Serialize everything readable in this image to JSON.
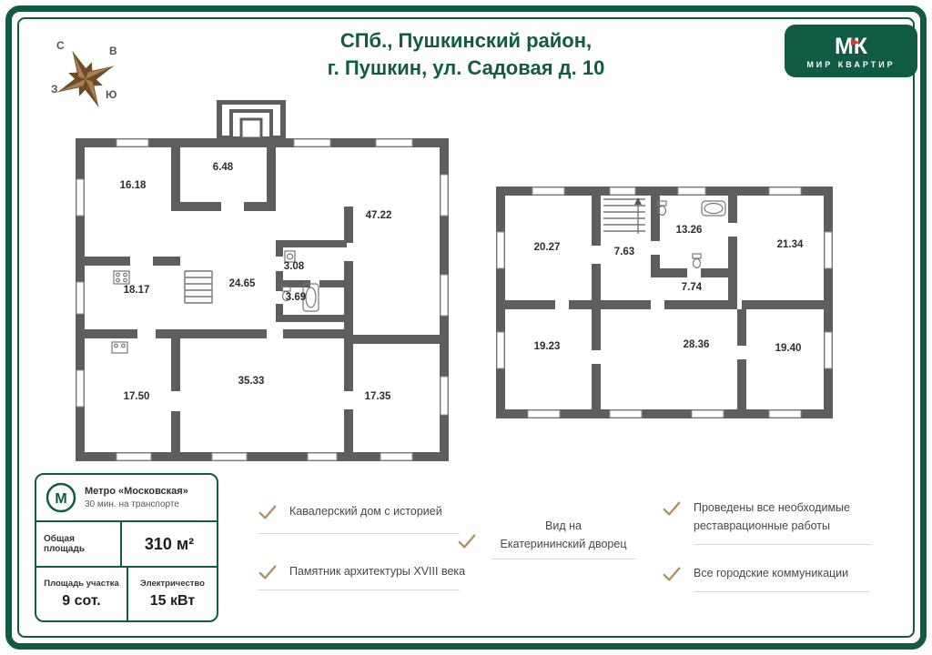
{
  "header": {
    "title_line1": "СПб., Пушкинский район,",
    "title_line2": "г. Пушкин, ул. Садовая д. 10",
    "compass": {
      "north": "С",
      "east": "В",
      "west": "З",
      "south": "Ю"
    },
    "logo": {
      "mark": "МК",
      "name": "МИР КВАРТИР"
    }
  },
  "colors": {
    "brand_green": "#115a43",
    "accent_gold": "#b08e5e",
    "wall_gray": "#5e5e5e",
    "logo_red": "#e03a2f"
  },
  "floor1": {
    "rooms": [
      "16.18",
      "6.48",
      "47.22",
      "18.17",
      "24.65",
      "3.08",
      "3.69",
      "17.50",
      "35.33",
      "17.35"
    ]
  },
  "floor2": {
    "rooms": [
      "20.27",
      "7.63",
      "13.26",
      "21.34",
      "7.74",
      "19.23",
      "28.36",
      "19.40"
    ]
  },
  "info_card": {
    "metro_symbol": "М",
    "metro_name": "Метро «Московская»",
    "metro_time": "30 мин. на транспорте",
    "total_area_label": "Общая площадь",
    "total_area_value": "310 м²",
    "plot_label": "Площадь участка",
    "plot_value": "9 сот.",
    "electric_label": "Электричество",
    "electric_value": "15 кВт"
  },
  "features": [
    {
      "line1": "Кавалерский дом с историей"
    },
    {
      "line1": "Памятник архитектуры XVIII века"
    },
    {
      "line1": "Вид на",
      "line2": "Екатерининский дворец"
    },
    {
      "line1": "Проведены все необходимые",
      "line2": "реставрационные работы"
    },
    {
      "line1": "Все городские коммуникации"
    }
  ]
}
